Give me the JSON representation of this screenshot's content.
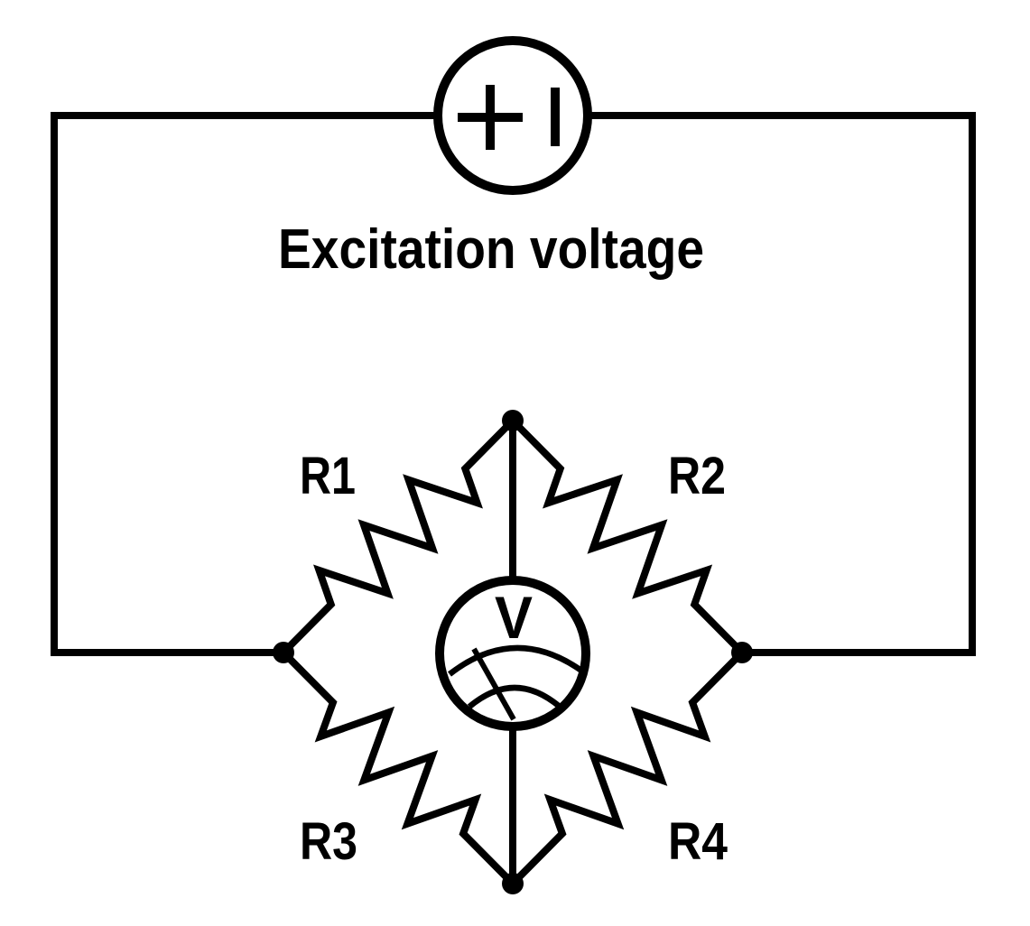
{
  "diagram": {
    "excitation": {
      "label": "Excitation voltage"
    },
    "voltmeter": {
      "label": "V"
    },
    "resistors": [
      {
        "label": "R1"
      },
      {
        "label": "R2"
      },
      {
        "label": "R3"
      },
      {
        "label": "R4"
      }
    ],
    "colors": {
      "line": "#000000",
      "background": "#ffffff"
    }
  }
}
